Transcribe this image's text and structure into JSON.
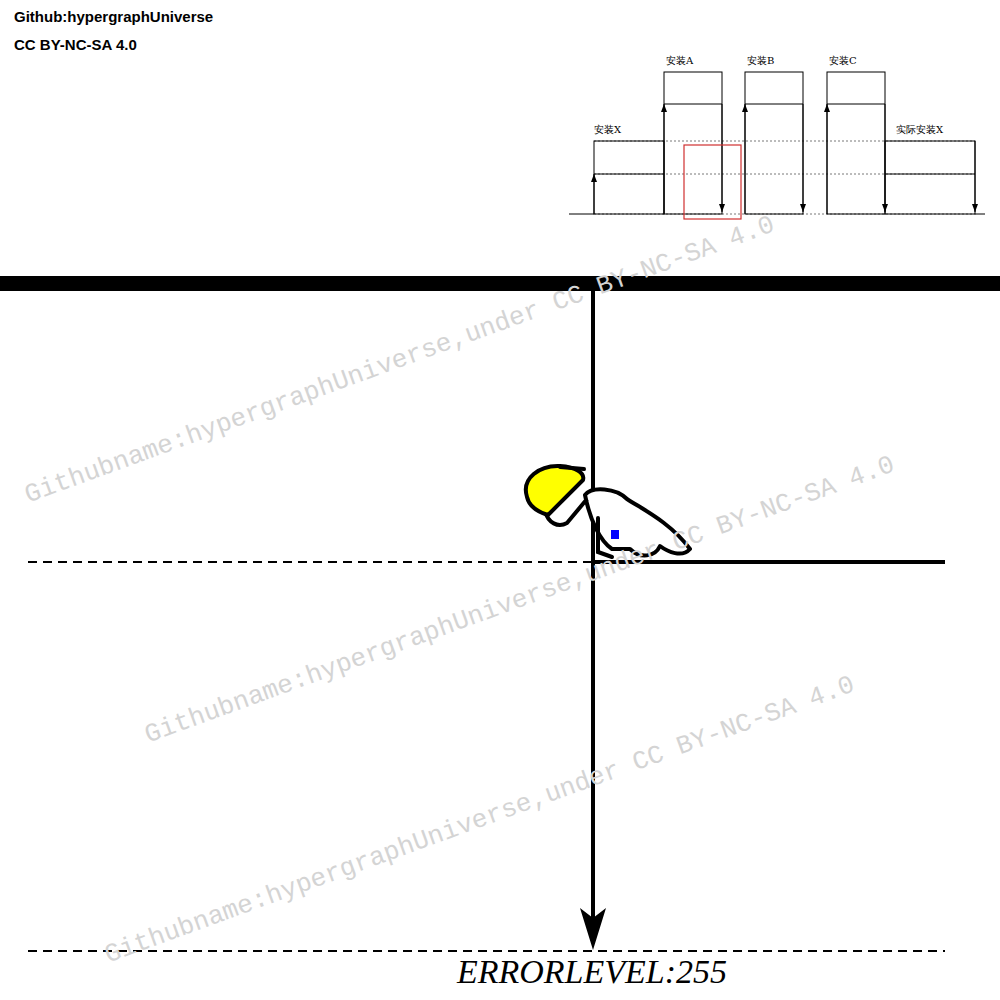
{
  "diagram": {
    "labels": [
      "Github:hypergraphUniverse",
      "CC BY-NC-SA 4.0",
      "安装X",
      "安装A",
      "安装B",
      "安装C",
      "实际安装X",
      "ERRORLEVEL:255",
      "Githubname:hypergraphUniverse,under CC BY-NC-SA 4.0",
      "Githubname:hypergraphUniverse,under CC BY-NC-SA 4.0",
      "Githubname:hypergraphUniverse,under CC BY-NC-SA 4.0"
    ]
  }
}
